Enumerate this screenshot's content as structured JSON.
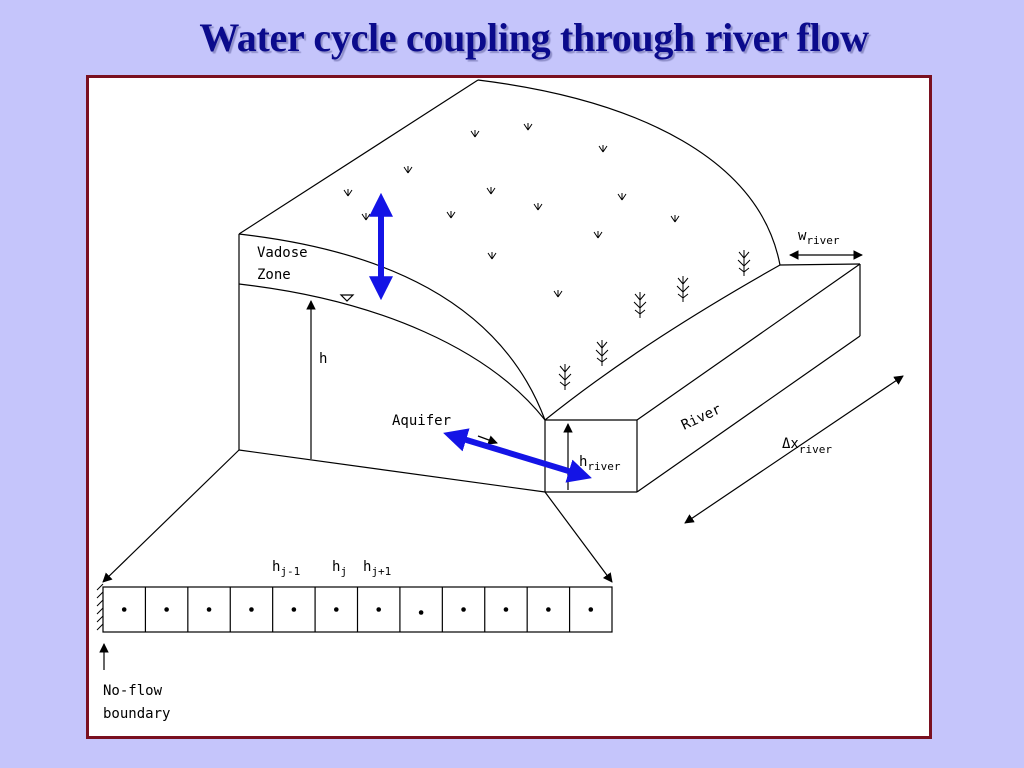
{
  "title": "Water cycle coupling through river flow",
  "labels": {
    "vadose_line1": "Vadose",
    "vadose_line2": "Zone",
    "h": "h",
    "aquifer": "Aquifer",
    "river": "River",
    "w_river_main": "w",
    "w_river_sub": "river",
    "h_river_main": "h",
    "h_river_sub": "river",
    "dx_river_main": "Δx",
    "dx_river_sub": "river",
    "hj_minus_main": "h",
    "hj_minus_sub": "j-1",
    "hj_main": "h",
    "hj_sub": "j",
    "hj_plus_main": "h",
    "hj_plus_sub": "j+1",
    "noflow_line1": "No-flow",
    "noflow_line2": "boundary"
  },
  "grid_cells": 12,
  "colors": {
    "background": "#c5c5fb",
    "title": "#0b0b8c",
    "frame_border": "#7a1020",
    "exchange_arrows": "#1414e6"
  }
}
